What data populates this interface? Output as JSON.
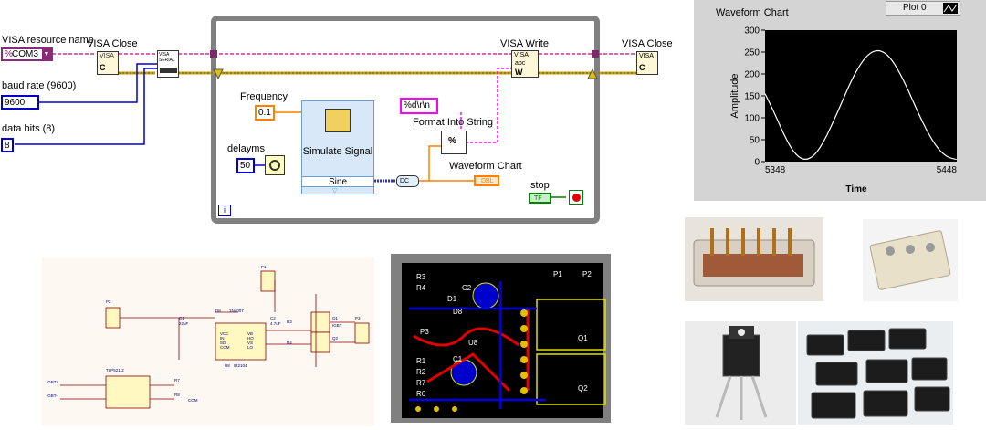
{
  "block_diagram": {
    "visa_resource_label": "VISA resource name",
    "visa_resource_value": "COM3",
    "visa_close_left": "VISA Close",
    "visa_close_right": "VISA Close",
    "visa_write": "VISA Write",
    "baud_label": "baud rate (9600)",
    "baud_value": "9600",
    "bits_label": "data bits (8)",
    "bits_value": "8",
    "frequency_label": "Frequency",
    "frequency_value": "0.1",
    "delay_label": "delayms",
    "delay_value": "50",
    "simulate_signal": "Simulate Signal",
    "sine": "Sine",
    "format_string_value": "%d\\r\\n",
    "format_into_string": "Format Into String",
    "waveform_chart_label": "Waveform Chart",
    "stop_label": "stop",
    "stop_value": "TF",
    "dbl": "DBL",
    "iteration": "i",
    "visa_icon": "VISA",
    "serial_icon": "VISA SERIAL",
    "abc_icon": "abc",
    "format_icon": "%",
    "close_icon_letter": "C",
    "write_icon_letter": "W",
    "dc_badge": "DC"
  },
  "chart_panel": {
    "title": "Waveform Chart",
    "plot_legend": "Plot 0",
    "ylabel": "Amplitude",
    "xlabel": "Time"
  },
  "chart_data": {
    "type": "line",
    "title": "Waveform Chart",
    "xlabel": "Time",
    "ylabel": "Amplitude",
    "xlim": [
      5348,
      5448
    ],
    "ylim": [
      0,
      300
    ],
    "xticks": [
      "5348",
      "5448"
    ],
    "yticks": [
      "0",
      "50",
      "100",
      "150",
      "200",
      "250",
      "300"
    ],
    "series": [
      {
        "name": "Plot 0",
        "x": [
          5348,
          5353,
          5358,
          5363,
          5368,
          5373,
          5378,
          5383,
          5388,
          5393,
          5398,
          5403,
          5408,
          5413,
          5418,
          5423,
          5428,
          5433,
          5438,
          5443,
          5448
        ],
        "values": [
          155,
          110,
          60,
          20,
          3,
          10,
          40,
          85,
          135,
          185,
          225,
          250,
          255,
          240,
          205,
          160,
          110,
          65,
          30,
          10,
          5
        ]
      }
    ],
    "grid": false,
    "background": "#000000",
    "line_color": "#ffffff"
  },
  "schematic": {
    "labels": [
      "D8",
      "1N4007",
      "C1",
      "22uF",
      "U8",
      "IR2104",
      "VCC",
      "VB",
      "IN",
      "HO",
      "SD",
      "VS",
      "COM",
      "LO",
      "C2",
      "4.7uF",
      "R3",
      "R4",
      "Q1",
      "Q2",
      "IGBT",
      "P1",
      "P2",
      "P3",
      "TLP521-2",
      "R7",
      "R8",
      "COM",
      "IGBT+",
      "IGBT-"
    ]
  },
  "pcb": {
    "labels": [
      "R3",
      "R4",
      "D1",
      "C2",
      "D8",
      "U8",
      "R1",
      "R2",
      "R7",
      "R6",
      "C1",
      "P3",
      "P1",
      "P2",
      "Q1",
      "Q2"
    ]
  },
  "colors": {
    "pink_wire": "#cc3399",
    "orange": "#ff8000",
    "blue": "#0000cc",
    "green": "#007f00",
    "frame": "#808080",
    "chart_bg": "#000000",
    "panel_bg": "#d4d4d4"
  }
}
